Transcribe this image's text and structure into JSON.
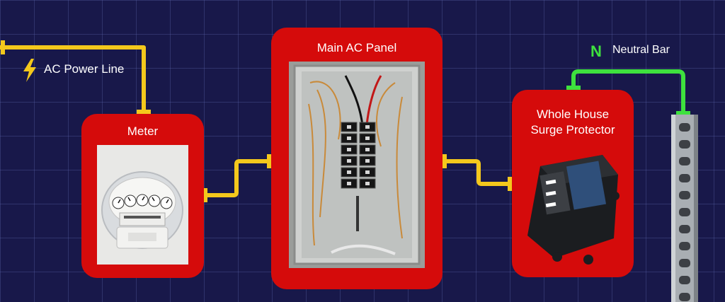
{
  "wire_colors": {
    "power": "#f4c81c",
    "neutral": "#3ee13e",
    "card": "#d50b0b"
  },
  "labels": {
    "ac_power_line": "AC Power Line",
    "neutral_symbol": "N",
    "neutral_bar": "Neutral Bar"
  },
  "cards": {
    "meter": {
      "title": "Meter"
    },
    "panel": {
      "title": "Main AC Panel"
    },
    "surge": {
      "title_line1": "Whole House",
      "title_line2": "Surge Protector"
    }
  },
  "icons": {
    "power_line": "lightning-bolt-icon"
  }
}
